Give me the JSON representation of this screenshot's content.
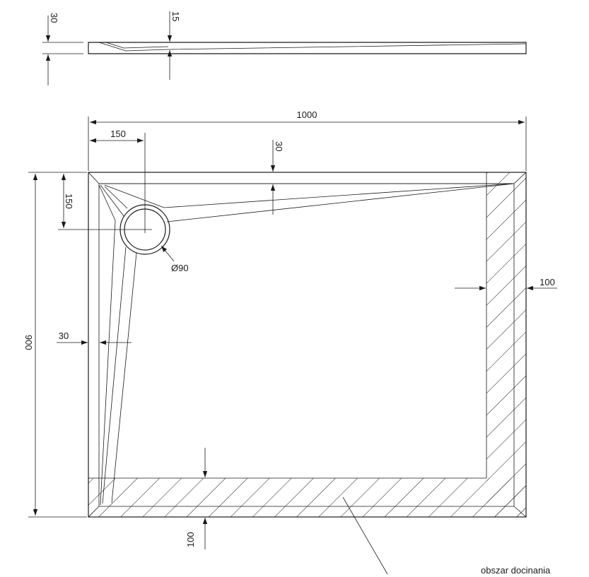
{
  "dimensions": {
    "side_height": "30",
    "drain_depth": "15",
    "total_width": "1000",
    "drain_offset_x": "150",
    "top_edge_offset": "30",
    "drain_offset_y": "150",
    "drain_diameter": "Ø90",
    "cut_zone_right": "100",
    "total_height": "900",
    "left_edge_offset": "30",
    "cut_zone_bottom": "100"
  },
  "legend": {
    "trim_area": "obszar docinania"
  },
  "colors": {
    "line": "#1a1a1a",
    "background": "#ffffff"
  }
}
